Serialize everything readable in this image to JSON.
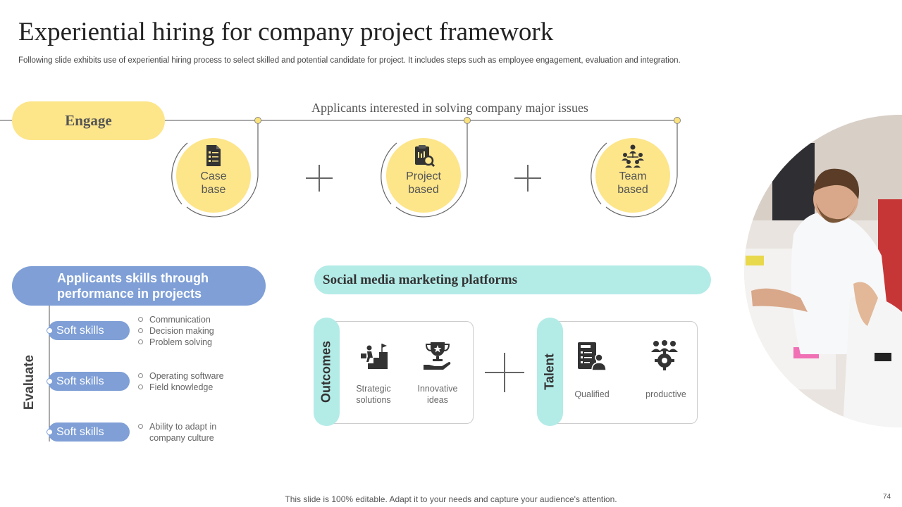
{
  "header": {
    "title": "Experiential hiring for company project framework",
    "subtitle": "Following slide exhibits use of experiential hiring process to select skilled and potential candidate for project. It includes steps such as employee engagement, evaluation and integration."
  },
  "engage": {
    "label": "Engage",
    "caption": "Applicants interested in solving company major issues",
    "circles": [
      {
        "line1": "Case",
        "line2": "base",
        "icon": "checklist-document-icon"
      },
      {
        "line1": "Project",
        "line2": "based",
        "icon": "clipboard-magnifier-icon"
      },
      {
        "line1": "Team",
        "line2": "based",
        "icon": "team-network-icon"
      }
    ]
  },
  "evaluate": {
    "label": "Evaluate",
    "heading_line1": "Applicants skills through",
    "heading_line2": "performance in projects",
    "groups": [
      {
        "pill": "Soft skills",
        "bullets": [
          "Communication",
          "Decision making",
          "Problem solving"
        ]
      },
      {
        "pill": "Soft skills",
        "bullets": [
          "Operating software",
          "Field knowledge"
        ]
      },
      {
        "pill": "Soft skills",
        "bullets": [
          "Ability to adapt in",
          "company culture"
        ]
      }
    ]
  },
  "platforms": {
    "heading": "Social media marketing platforms",
    "outcomes": {
      "label": "Outcomes",
      "items": [
        {
          "line1": "Strategic",
          "line2": "solutions",
          "icon": "stairs-climber-icon"
        },
        {
          "line1": "Innovative",
          "line2": "ideas",
          "icon": "trophy-hand-icon"
        }
      ]
    },
    "talent": {
      "label": "Talent",
      "items": [
        {
          "line1": "Qualified",
          "icon": "resume-person-icon"
        },
        {
          "line1": "productive",
          "icon": "team-gear-icon"
        }
      ]
    }
  },
  "footer": {
    "note": "This slide is 100% editable. Adapt it to your needs and capture your audience's attention.",
    "page": "74"
  },
  "colors": {
    "yellow": "#fde58a",
    "blue": "#7f9fd6",
    "teal": "#b3ebe7",
    "accent_dot": "#fbe27a"
  }
}
